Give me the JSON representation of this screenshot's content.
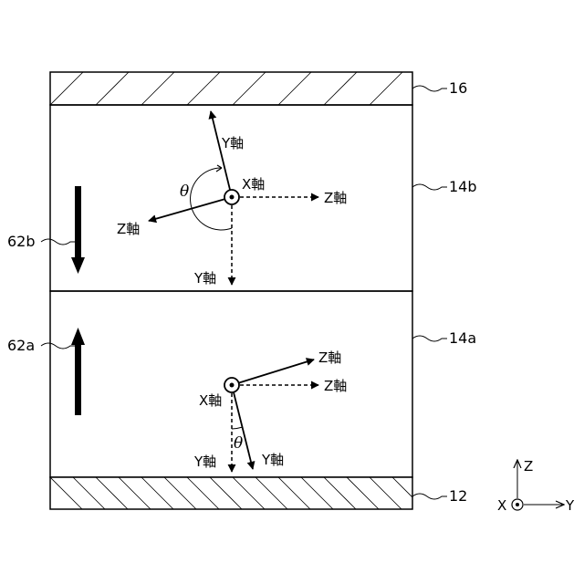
{
  "ref_labels": {
    "layer_top": "16",
    "layer_upper": "14b",
    "layer_lower": "14a",
    "layer_bottom": "12",
    "arrow_upper": "62b",
    "arrow_lower": "62a"
  },
  "upper_axes": {
    "y_tilted": "Y軸",
    "x": "X軸",
    "z_right": "Z軸",
    "z_tilted": "Z軸",
    "y_down": "Y軸",
    "theta": "θ"
  },
  "lower_axes": {
    "z_tilted": "Z軸",
    "z_right": "Z軸",
    "x": "X軸",
    "y_down": "Y軸",
    "y_tilted": "Y軸",
    "theta": "θ"
  },
  "legend": {
    "z": "Z",
    "x": "X",
    "y": "Y"
  }
}
